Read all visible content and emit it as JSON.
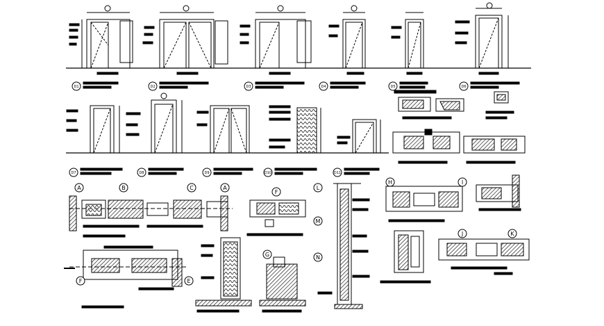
{
  "drawing": {
    "background": "#ffffff",
    "ink": "#000000",
    "elevation_markers": [
      "D1",
      "D2",
      "D3",
      "D4",
      "D5",
      "D6",
      "D7",
      "D8",
      "D9",
      "D10",
      "D11"
    ],
    "section_bubbles": {
      "row3": [
        "A",
        "B",
        "C",
        "A",
        "F",
        "L",
        "H",
        "I"
      ],
      "row4": [
        "F",
        "E",
        "G",
        "M",
        "N",
        "J",
        "K"
      ]
    }
  }
}
